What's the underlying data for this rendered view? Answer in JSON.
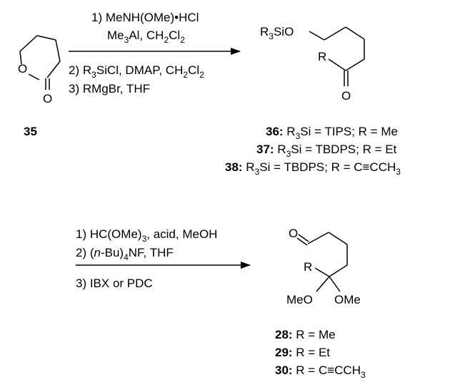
{
  "scheme1": {
    "reagents_top": {
      "line1": "1) MeNH(OMe)•HCl",
      "line2_a": "Me",
      "line2_sub1": "3",
      "line2_b": "Al, CH",
      "line2_sub2": "2",
      "line2_c": "Cl",
      "line2_sub3": "2"
    },
    "reagents_bottom": {
      "line1_a": "2) R",
      "line1_sub1": "3",
      "line1_b": "SiCl, DMAP, CH",
      "line1_sub2": "2",
      "line1_c": "Cl",
      "line1_sub3": "2",
      "line2": "3) RMgBr, THF"
    },
    "start_label": "35",
    "start_atoms": {
      "o_ring": "O",
      "o_carbonyl": "O"
    },
    "product_atoms": {
      "r3sio_a": "R",
      "r3sio_sub": "3",
      "r3sio_b": "SiO",
      "r": "R",
      "o_ketone": "O"
    },
    "products": [
      {
        "num": "36:",
        "a": " R",
        "sub": "3",
        "b": "Si = TIPS; R = Me",
        "tail": "",
        "tail_sub": ""
      },
      {
        "num": "37:",
        "a": " R",
        "sub": "3",
        "b": "Si = TBDPS; R = Et",
        "tail": "",
        "tail_sub": ""
      },
      {
        "num": "38:",
        "a": " R",
        "sub": "3",
        "b": "Si = TBDPS; R = C≡CCH",
        "tail": "",
        "tail_sub": "3"
      }
    ]
  },
  "scheme2": {
    "reagents_top": {
      "line1_a": "1) HC(OMe)",
      "line1_sub": "3",
      "line1_b": ", acid, MeOH",
      "line2_a": "2) (",
      "line2_italic": "n",
      "line2_b": "-Bu)",
      "line2_sub": "4",
      "line2_c": "NF, THF"
    },
    "reagents_bottom": {
      "line1": "3) IBX or PDC"
    },
    "product_atoms": {
      "o_aldehyde": "O",
      "r": "R",
      "meo": "MeO",
      "ome": "OMe"
    },
    "products": [
      {
        "num": "28:",
        "text": " R = Me",
        "sub": ""
      },
      {
        "num": "29:",
        "text": " R = Et",
        "sub": ""
      },
      {
        "num": "30:",
        "text": " R = C≡CCH",
        "sub": "3"
      }
    ]
  }
}
